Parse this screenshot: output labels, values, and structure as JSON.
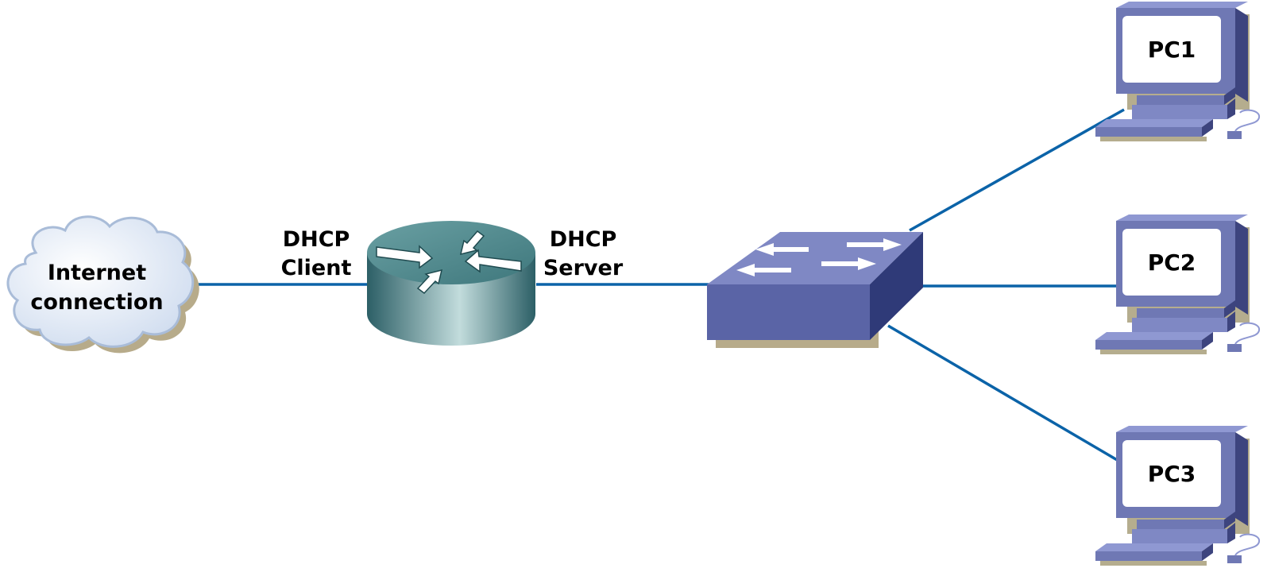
{
  "diagram": {
    "internet": {
      "line1": "Internet",
      "line2": "connection"
    },
    "router": {
      "client_label": {
        "line1": "DHCP",
        "line2": "Client"
      },
      "server_label": {
        "line1": "DHCP",
        "line2": "Server"
      }
    },
    "pcs": [
      {
        "label": "PC1"
      },
      {
        "label": "PC2"
      },
      {
        "label": "PC3"
      }
    ],
    "colors": {
      "link": "#0b63a8",
      "pc_body": "#6f78b4",
      "switch_top": "#7f88c4",
      "router_body": "#3f7a80",
      "cloud": "#dbe6f4"
    }
  }
}
